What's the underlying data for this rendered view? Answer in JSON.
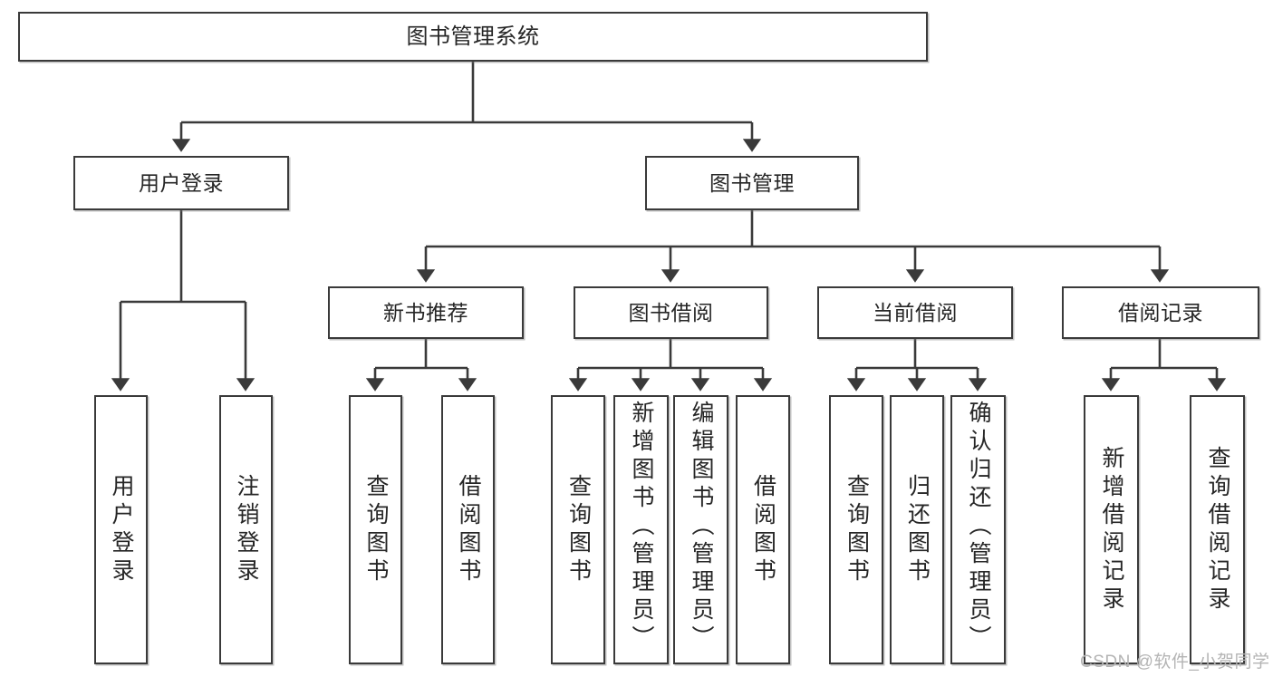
{
  "diagram": {
    "type": "tree-hierarchy",
    "title": "图书管理系统",
    "watermark": "CSDN @软件_小贺同学",
    "colors": {
      "box_border": "#3a3a3a",
      "box_fill": "#ffffff",
      "connector": "#3a3a3a",
      "text": "#262626",
      "watermark": "#b4b4b4",
      "background": "#ffffff"
    },
    "nodes": {
      "root": {
        "label": "图书管理系统"
      },
      "level1": [
        {
          "id": "user-login",
          "label": "用户登录"
        },
        {
          "id": "book-management",
          "label": "图书管理"
        }
      ],
      "level2": [
        {
          "id": "new-book-recommend",
          "label": "新书推荐"
        },
        {
          "id": "book-borrow",
          "label": "图书借阅"
        },
        {
          "id": "current-borrow",
          "label": "当前借阅"
        },
        {
          "id": "borrow-record",
          "label": "借阅记录"
        }
      ],
      "leaves": {
        "user_login": [
          {
            "id": "leaf-user-login",
            "label": "用户登录"
          },
          {
            "id": "leaf-logout-login",
            "label": "注销登录"
          }
        ],
        "new_book_recommend": [
          {
            "id": "leaf-query-book-1",
            "label": "查询图书"
          },
          {
            "id": "leaf-borrow-book-1",
            "label": "借阅图书"
          }
        ],
        "book_borrow": [
          {
            "id": "leaf-query-book-2",
            "label": "查询图书"
          },
          {
            "id": "leaf-add-book-admin",
            "label": "新增图书（管理员）"
          },
          {
            "id": "leaf-edit-book-admin",
            "label": "编辑图书（管理员）"
          },
          {
            "id": "leaf-borrow-book-2",
            "label": "借阅图书"
          }
        ],
        "current_borrow": [
          {
            "id": "leaf-query-book-3",
            "label": "查询图书"
          },
          {
            "id": "leaf-return-book",
            "label": "归还图书"
          },
          {
            "id": "leaf-confirm-return-admin",
            "label": "确认归还（管理员）"
          }
        ],
        "borrow_record": [
          {
            "id": "leaf-add-borrow-record",
            "label": "新增借阅记录"
          },
          {
            "id": "leaf-query-borrow-record",
            "label": "查询借阅记录"
          }
        ]
      }
    }
  }
}
